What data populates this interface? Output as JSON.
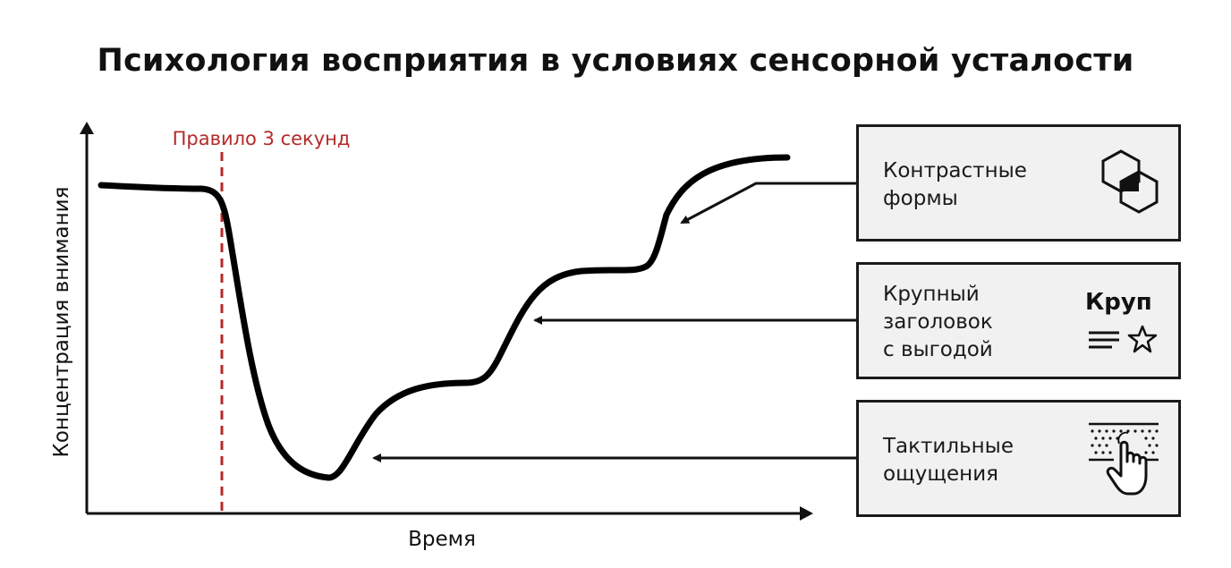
{
  "title": "Психология восприятия в условиях сенсорной усталости",
  "rule_label": "Правило 3 секунд",
  "y_axis_label": "Концентрация внимания",
  "x_axis_label": "Время",
  "boxes": [
    {
      "label": "Контрастные\nформы",
      "icon": "hexagons-icon"
    },
    {
      "label": "Крупный\nзаголовок\nс выгодой",
      "icon": "headline-star-icon",
      "icon_text": "Круп"
    },
    {
      "label": "Тактильные\nощущения",
      "icon": "touch-texture-icon"
    }
  ],
  "colors": {
    "rule_line": "#b52a2a",
    "curve": "#000000",
    "box_fill": "#f1f1f1"
  }
}
